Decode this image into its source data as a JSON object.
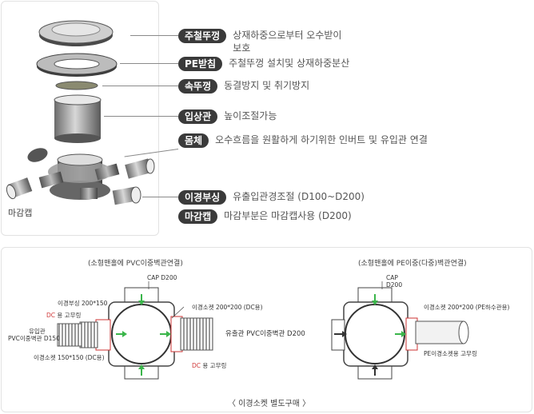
{
  "components": [
    {
      "name": "주철뚜껑",
      "desc": "상재하중으로부터 오수받이",
      "desc2": "보호"
    },
    {
      "name": "PE받침",
      "desc": "주철뚜껑 설치및 상재하중분산"
    },
    {
      "name": "속뚜껑",
      "desc": "동결방지 및 취기방지"
    },
    {
      "name": "입상관",
      "desc": "높이조절가능"
    },
    {
      "name": "몸체",
      "desc": "오수흐름을 원활하게 하기위한 인버트 및 유입관 연결"
    },
    {
      "name": "이경부싱",
      "desc": "유출입관경조절 (D100~D200)"
    },
    {
      "name": "마감캡",
      "desc": "마감부분은 마감캡사용 (D200)"
    }
  ],
  "magam_label": "마감캡",
  "left_diagram": {
    "title": "(소형맨홀에 PVC이중벽관연결)",
    "cap": "CAP D200",
    "bushing": "이경부싱 200*150",
    "dc_ring": "DC용 고무링",
    "dc_ring_dc": "DC",
    "dc_ring_rest": " 용 고무링",
    "inlet_1": "유입관",
    "inlet_2": "PVC이중벽관 D150",
    "socket_small": "이경소켓 150*150 (DC용)",
    "socket_big": "이경소켓 200*200 (DC용)",
    "outlet": "유출관  PVC이중벽관 D200",
    "dc_ring2_dc": "DC",
    "dc_ring2_rest": " 용 고무링"
  },
  "right_diagram": {
    "title": "(소형맨홀에 PE이중(다중)벽관연결)",
    "cap_1": "CAP",
    "cap_2": "D200",
    "socket": "이경소켓 200*200 (PE하수관용)",
    "ring": "PE이경소켓용 고무링"
  },
  "bottom_caption": "〈 이경소켓 별도구매 〉",
  "colors": {
    "pill": "#3a3a3a",
    "accent_red": "#d03a3a",
    "arrow_green": "#3ab54a"
  }
}
